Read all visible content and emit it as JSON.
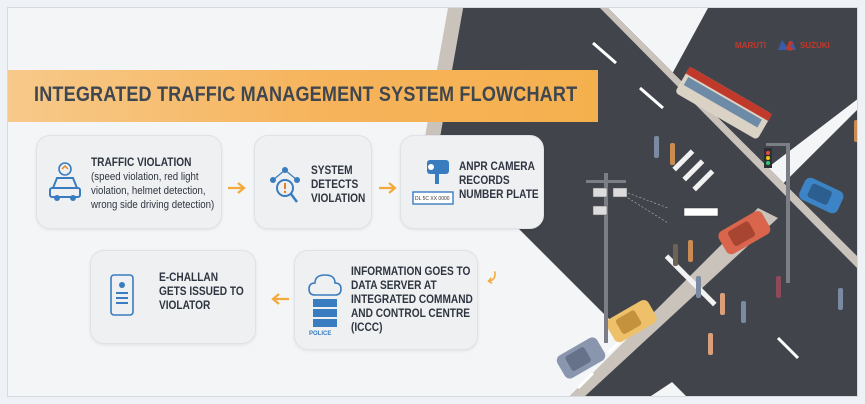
{
  "brand": {
    "left": "MARUTI",
    "right": "SUZUKI"
  },
  "title": "INTEGRATED TRAFFIC MANAGEMENT SYSTEM FLOWCHART",
  "steps": [
    {
      "heading": "TRAFFIC VIOLATION",
      "detail": "(speed violation, red light violation, helmet detection, wrong side driving detection)",
      "icon": "car-speed-icon"
    },
    {
      "heading": "SYSTEM DETECTS VIOLATION",
      "detail": "",
      "icon": "ai-detect-icon"
    },
    {
      "heading": "ANPR CAMERA RECORDS NUMBER PLATE",
      "detail": "",
      "icon": "camera-plate-icon",
      "plate_text": "DL 5C XX 0000"
    },
    {
      "heading": "INFORMATION GOES TO DATA SERVER AT INTEGRATED COMMAND AND CONTROL CENTRE (ICCC)",
      "detail": "",
      "icon": "police-server-icon",
      "icon_label": "POLICE"
    },
    {
      "heading": "E-CHALLAN GETS ISSUED TO VIOLATOR",
      "detail": "",
      "icon": "challan-slip-icon"
    }
  ],
  "colors": {
    "accent": "#f6b35a",
    "arrow": "#f4a93b",
    "road": "#3f4348",
    "card": "#eef0f2"
  }
}
